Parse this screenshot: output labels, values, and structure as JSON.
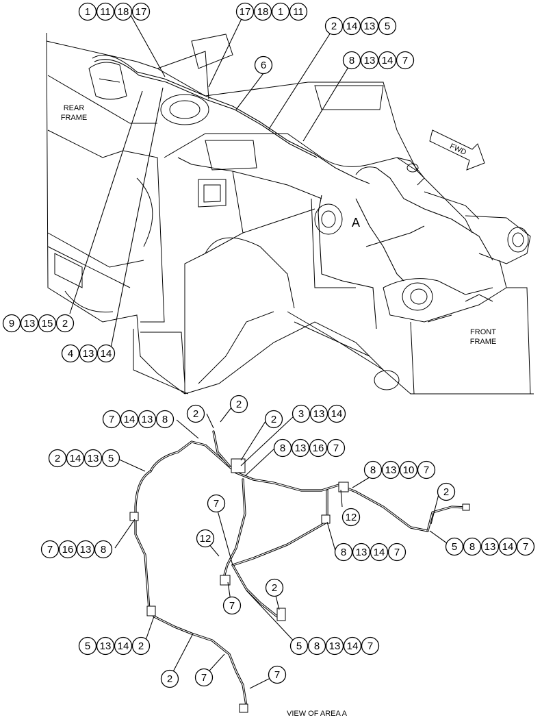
{
  "labels": {
    "rear_frame": [
      "REAR",
      "FRAME"
    ],
    "front_frame": [
      "FRONT",
      "FRAME"
    ],
    "fwd": "FWD",
    "area_marker": "A",
    "view_caption": "VIEW OF AREA  A"
  },
  "callouts": {
    "c1": [
      "1",
      "11",
      "18",
      "17"
    ],
    "c2": [
      "17",
      "18",
      "1",
      "11"
    ],
    "c3": [
      "2",
      "14",
      "13",
      "5"
    ],
    "c4": [
      "6"
    ],
    "c5": [
      "8",
      "13",
      "14",
      "7"
    ],
    "c6": [
      "9",
      "13",
      "15",
      "2"
    ],
    "c7": [
      "4",
      "13",
      "14"
    ],
    "d1": [
      "7",
      "14",
      "13",
      "8"
    ],
    "d2": [
      "2"
    ],
    "d3": [
      "2"
    ],
    "d4": [
      "2"
    ],
    "d5": [
      "3",
      "13",
      "14"
    ],
    "d6": [
      "8",
      "13",
      "16",
      "7"
    ],
    "d7": [
      "2",
      "14",
      "13",
      "5"
    ],
    "d8": [
      "8",
      "13",
      "10",
      "7"
    ],
    "d9": [
      "2"
    ],
    "d10": [
      "12"
    ],
    "d11": [
      "7"
    ],
    "d12": [
      "7",
      "16",
      "13",
      "8"
    ],
    "d13": [
      "12"
    ],
    "d14": [
      "8",
      "13",
      "14",
      "7"
    ],
    "d15": [
      "5",
      "8",
      "13",
      "14",
      "7"
    ],
    "d16": [
      "7"
    ],
    "d17": [
      "2"
    ],
    "d18": [
      "5",
      "13",
      "14",
      "2"
    ],
    "d19": [
      "5",
      "8",
      "13",
      "14",
      "7"
    ],
    "d20": [
      "2"
    ],
    "d21": [
      "7"
    ],
    "d22": [
      "7"
    ]
  }
}
